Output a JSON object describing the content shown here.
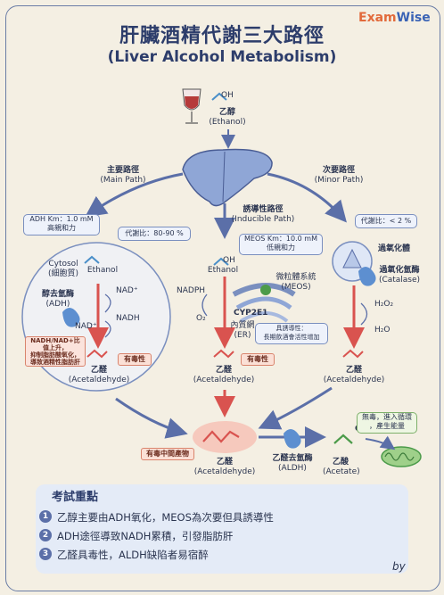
{
  "brand": {
    "part1": "Exam",
    "part2": "Wise"
  },
  "title": {
    "zh": "肝臟酒精代謝三大路徑",
    "en": "(Liver Alcohol Metabolism)"
  },
  "top": {
    "ethanol_zh": "乙醇",
    "ethanol_en": "(Ethanol)",
    "oh": "OH"
  },
  "main_path": {
    "zh": "主要路徑",
    "en": "(Main Path)"
  },
  "minor_path": {
    "zh": "次要路徑",
    "en": "(Minor Path)"
  },
  "inducible": {
    "zh": "誘導性路徑",
    "en": "(Inducible Path)"
  },
  "adh_km": {
    "line1": "ADH Km：1.0 mM",
    "line2": "高親和力"
  },
  "ratio_main": "代謝比：80-90 %",
  "ratio_minor": "代謝比：< 2 %",
  "meos_km": {
    "line1": "MEOS Km：10.0 mM",
    "line2": "低親和力"
  },
  "cytosol": {
    "zh": "Cytosol",
    "en": "(細胞質)"
  },
  "left_ethanol": "Ethanol",
  "adh": {
    "zh": "醇去氫酶",
    "en": "(ADH)"
  },
  "nad_plus": "NAD⁺",
  "nadh": "NADH",
  "nad_plus2": "NAD⁺",
  "nadh_note": {
    "l1": "NADH/NAD+比",
    "l2": "值上升，",
    "l3": "抑制脂肪酸氧化，",
    "l4": "導致酒精性脂肪肝"
  },
  "toxic": "有毒性",
  "acet_zh": "乙醛",
  "acet_en": "(Acetaldehyde)",
  "mid_ethanol": "Ethanol",
  "meos": {
    "zh": "微粒體系統",
    "en": "(MEOS)"
  },
  "nadph": "NADPH",
  "o2": "O₂",
  "cyp": "CYP2E1",
  "er": {
    "zh": "內質網",
    "en": "(ER)"
  },
  "induce_note": {
    "l1": "具誘導性：",
    "l2": "長期飲酒會活性增加"
  },
  "peroxisome": "過氧化體",
  "catalase": {
    "zh": "過氧化氫酶",
    "en": "(Catalase)"
  },
  "h2o2": "H₂O₂",
  "h2o": "H₂O",
  "toxic_intermediate": "有毒中間產物",
  "aldh": {
    "zh": "乙醛去氫酶",
    "en": "(ALDH)"
  },
  "acetate": {
    "zh": "乙酸",
    "en": "(Acetate)"
  },
  "acetate_note": {
    "l1": "無毒，進入循環",
    "l2": "，產生能量"
  },
  "exam": {
    "title": "考試重點",
    "points": [
      {
        "n": "1",
        "text": "乙醇主要由ADH氧化，MEOS為次要但具誘導性"
      },
      {
        "n": "2",
        "text": "ADH途徑導致NADH累積，引發脂肪肝"
      },
      {
        "n": "3",
        "text": "乙醛具毒性，ALDH缺陷者易宿醉"
      }
    ]
  },
  "signature": "by",
  "colors": {
    "navy": "#2d3d6b",
    "arrow": "#5b6fa8",
    "red": "#d9534f",
    "green": "#4c9b4a"
  }
}
